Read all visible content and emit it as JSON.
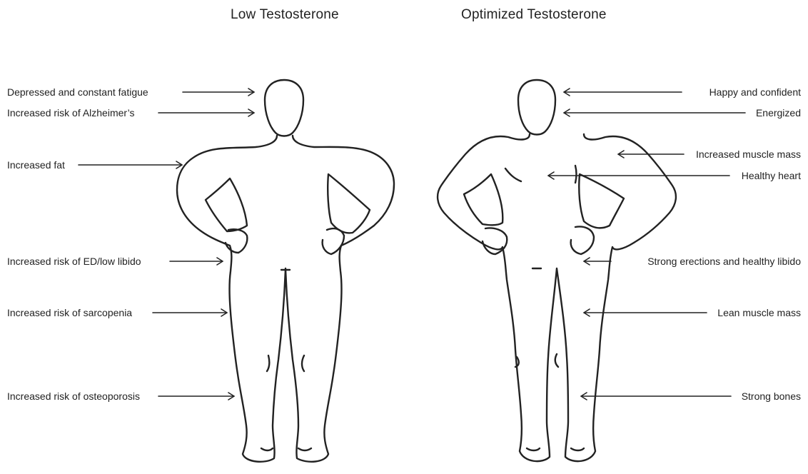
{
  "titles": {
    "left": "Low Testosterone",
    "right": "Optimized Testosterone"
  },
  "left_labels": [
    "Depressed and constant fatigue",
    "Increased risk of Alzheimer’s",
    "Increased fat",
    "Increased risk of ED/low libido",
    "Increased risk of sarcopenia",
    "Increased risk of osteoporosis"
  ],
  "right_labels": [
    "Happy and confident",
    "Energized",
    "Increased muscle mass",
    "Healthy heart",
    "Strong erections and healthy libido",
    "Lean muscle mass",
    "Strong bones"
  ]
}
